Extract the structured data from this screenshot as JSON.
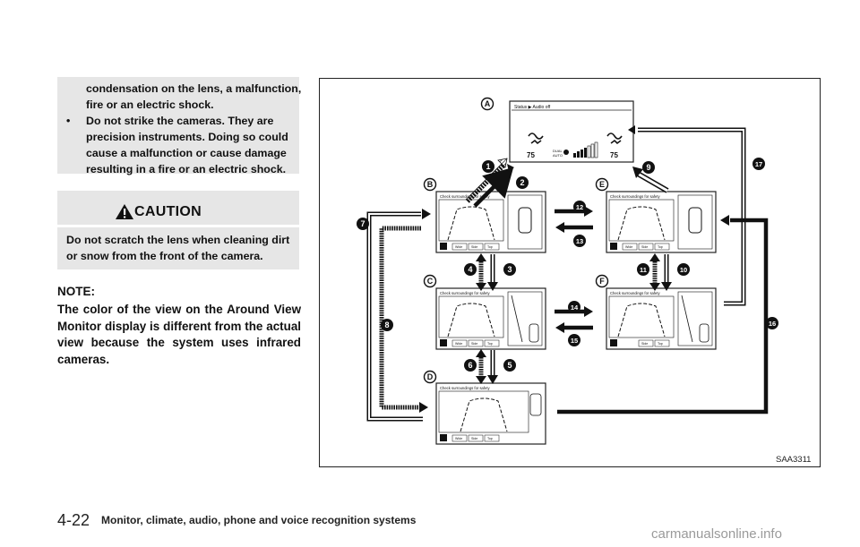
{
  "warning": {
    "line1": "condensation on the lens, a malfunction,",
    "line2": "fire or an electric shock.",
    "bullet": "•",
    "item2": [
      "Do not strike the cameras. They are",
      "precision instruments. Doing so could",
      "cause a malfunction or cause damage",
      "resulting in a fire or an electric shock."
    ]
  },
  "caution": {
    "title": "CAUTION",
    "lines": [
      "Do not scratch the lens when cleaning dirt",
      "or snow from the front of the camera."
    ]
  },
  "note": {
    "title": "NOTE:",
    "body": "The color of the view on the Around View Monitor display is different from the actual view because the system uses infrared cameras."
  },
  "figure": {
    "code": "SAA3311",
    "screen_a": {
      "label": "A",
      "status": "Status ▶ Audio off",
      "temp_left": "75",
      "temp_right": "75",
      "mode": "DUAL\nAUTO"
    },
    "screens": {
      "B": "Check surroundings for safety",
      "C": "Check surroundings for safety",
      "D": "Check surroundings for safety",
      "E": "Check surroundings for safety",
      "F": "Check surroundings for safety"
    },
    "buttons": [
      "Wide",
      "Side",
      "Top"
    ],
    "numbers": [
      "1",
      "2",
      "3",
      "4",
      "5",
      "6",
      "7",
      "8",
      "9",
      "10",
      "11",
      "12",
      "13",
      "14",
      "15",
      "16",
      "17"
    ]
  },
  "footer": {
    "page": "4-22",
    "title": "Monitor, climate, audio, phone and voice recognition systems"
  },
  "watermark": "carmanualsonline.info",
  "colors": {
    "box": "#e6e6e6",
    "frame": "#222222"
  }
}
